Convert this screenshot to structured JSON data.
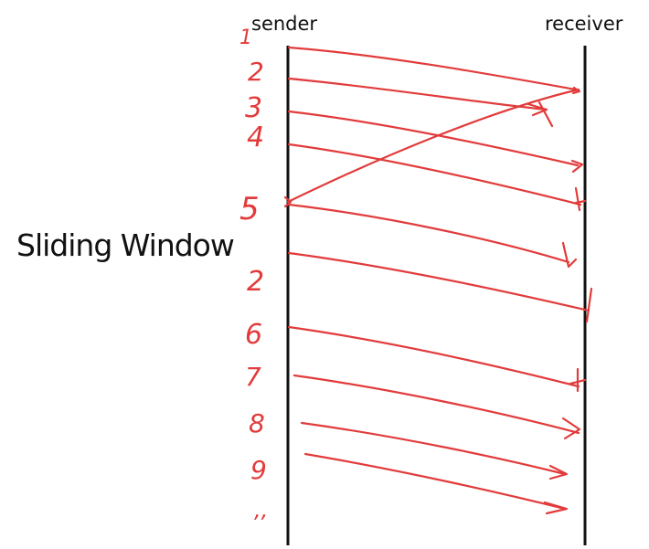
{
  "diagram": {
    "sender_label": "sender",
    "receiver_label": "receiver",
    "title": "Sliding Window",
    "ink_color": "#e23b3b",
    "line_color": "#111111",
    "sequence_marks": [
      "1",
      "2",
      "3",
      "4",
      "5",
      "2",
      "6",
      "7",
      "8",
      "9",
      ",,"
    ]
  }
}
